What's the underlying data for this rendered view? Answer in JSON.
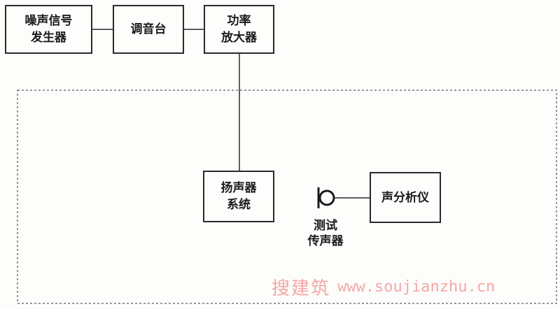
{
  "nodes": {
    "noise_generator": {
      "line1": "噪声信号",
      "line2": "发生器"
    },
    "mixer": {
      "line1": "调音台"
    },
    "power_amplifier": {
      "line1": "功率",
      "line2": "放大器"
    },
    "speaker_system": {
      "line1": "扬声器",
      "line2": "系统"
    },
    "sound_analyzer": {
      "line1": "声分析仪"
    }
  },
  "microphone_label": {
    "line1": "测试",
    "line2": "传声器"
  },
  "watermark": {
    "text_cn": "搜建筑",
    "url": "www.soujianzhu.cn"
  },
  "colors": {
    "line": "#2a2a2a",
    "dashed_border": "#777777",
    "watermark": "#f4a8a8"
  },
  "icons": {
    "microphone": "microphone-icon"
  }
}
